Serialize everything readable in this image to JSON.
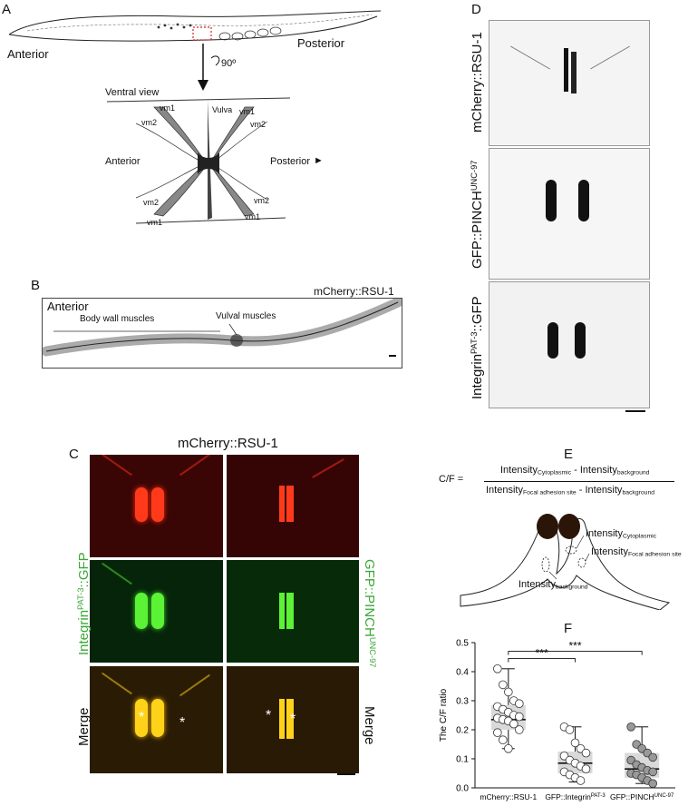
{
  "panel_letters": {
    "a": "A",
    "b": "B",
    "c": "C",
    "d": "D",
    "e": "E",
    "f": "F"
  },
  "panel_a": {
    "anterior": "Anterior",
    "posterior": "Posterior",
    "rotation": "90º",
    "ventral_view": "Ventral view",
    "vulva": "Vulva",
    "vm1": "vm1",
    "vm2": "vm2",
    "anterior2": "Anterior",
    "posterior2": "Posterior",
    "arrow": "►"
  },
  "panel_b": {
    "anterior": "Anterior",
    "marker": "mCherry::RSU-1",
    "body_wall": "Body wall muscles",
    "vulval": "Vulval muscles"
  },
  "panel_c": {
    "title": "mCherry::RSU-1",
    "integrin_base": "Integrin",
    "integrin_sup": "PAT-3",
    "integrin_tail": "::GFP",
    "pinch_base": "GFP::PINCH",
    "pinch_sup": "UNC-97",
    "merge": "Merge",
    "asterisk": "*",
    "colors": {
      "red": "#c8161e",
      "green": "#3aa935"
    }
  },
  "panel_d": {
    "rsu": "mCherry::RSU-1",
    "pinch_base": "GFP::PINCH",
    "pinch_sup": "UNC-97",
    "integrin_base": "Integrin",
    "integrin_sup": "PAT-3",
    "integrin_tail": "::GFP"
  },
  "panel_e": {
    "cf": "C/F =",
    "intensity": "Intensity",
    "cytoplasmic": "Cytoplasmic",
    "background": "background",
    "focal": "Focal adhesion site",
    "minus": "-"
  },
  "chart_data": {
    "type": "box",
    "ylabel": "The C/F ratio",
    "ylim": [
      0,
      0.5
    ],
    "yticks": [
      "0.0",
      "0.1",
      "0.2",
      "0.3",
      "0.4",
      "0.5"
    ],
    "categories": [
      {
        "base": "mCherry::RSU-1",
        "sup": ""
      },
      {
        "base": "GFP::Integrin",
        "sup": "PAT-3"
      },
      {
        "base": "GFP::PINCH",
        "sup": "UNC-97"
      }
    ],
    "significance": [
      "***",
      "***"
    ],
    "series": [
      {
        "fill": "#ffffff",
        "box": {
          "q1": 0.2,
          "median": 0.235,
          "q3": 0.285,
          "min": 0.135,
          "max": 0.41
        },
        "points": [
          0.41,
          0.355,
          0.33,
          0.3,
          0.29,
          0.28,
          0.27,
          0.26,
          0.25,
          0.245,
          0.24,
          0.235,
          0.23,
          0.22,
          0.2,
          0.19,
          0.165,
          0.135
        ]
      },
      {
        "fill": "#ffffff",
        "box": {
          "q1": 0.05,
          "median": 0.085,
          "q3": 0.125,
          "min": 0.02,
          "max": 0.21
        },
        "points": [
          0.21,
          0.2,
          0.155,
          0.135,
          0.12,
          0.11,
          0.095,
          0.085,
          0.075,
          0.065,
          0.055,
          0.045,
          0.035,
          0.025
        ]
      },
      {
        "fill": "#999999",
        "box": {
          "q1": 0.035,
          "median": 0.065,
          "q3": 0.12,
          "min": 0.015,
          "max": 0.21
        },
        "points": [
          0.21,
          0.15,
          0.135,
          0.12,
          0.105,
          0.095,
          0.08,
          0.07,
          0.06,
          0.055,
          0.05,
          0.045,
          0.035,
          0.025,
          0.015
        ]
      }
    ]
  }
}
